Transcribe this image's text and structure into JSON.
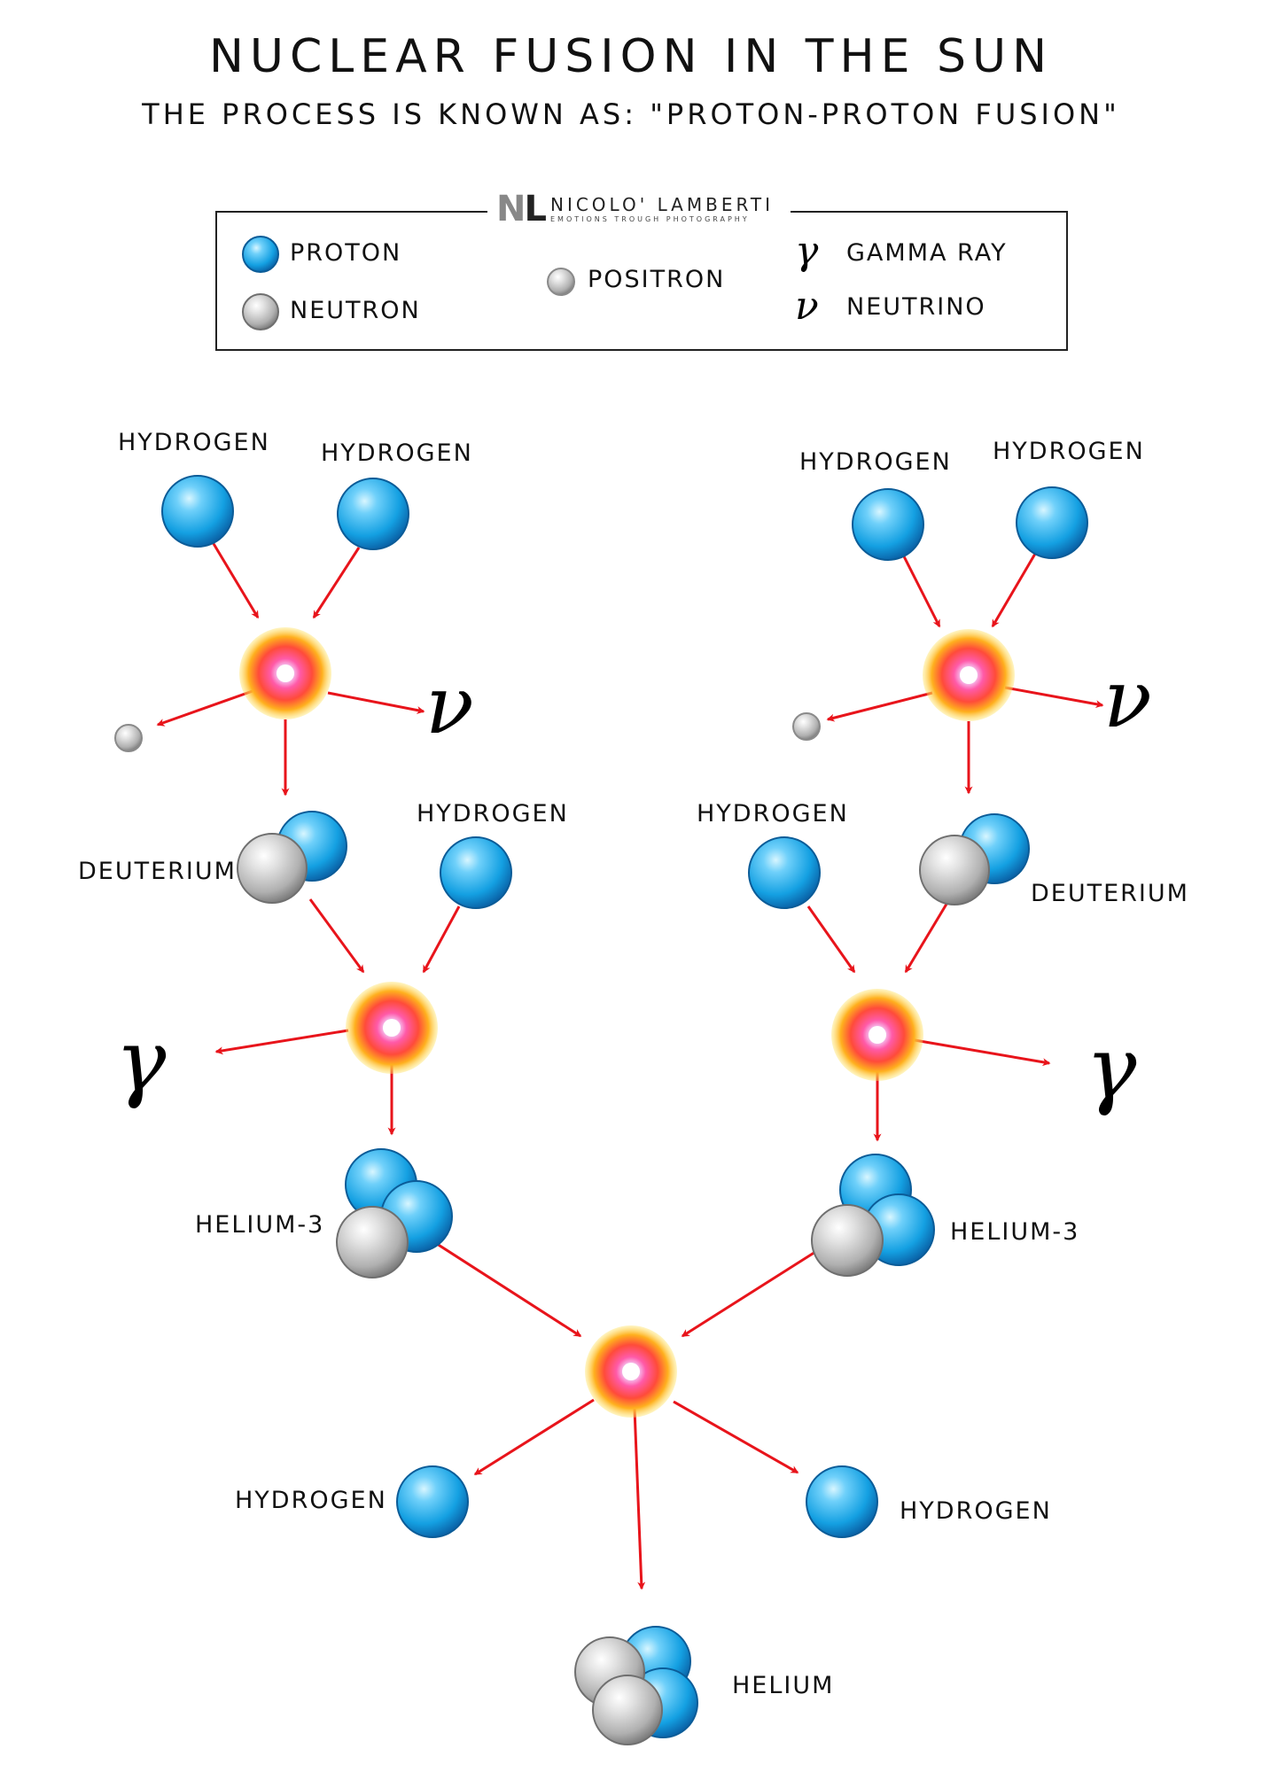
{
  "title": "NUCLEAR FUSION IN THE SUN",
  "subtitle": "THE PROCESS IS KNOWN AS: \"PROTON-PROTON FUSION\"",
  "watermark": {
    "name": "NICOLO' LAMBERTI",
    "tagline": "EMOTIONS TROUGH PHOTOGRAPHY",
    "mark": "NL"
  },
  "legend": {
    "proton": "PROTON",
    "neutron": "NEUTRON",
    "positron": "POSITRON",
    "gamma_symbol": "γ",
    "gamma": "GAMMA RAY",
    "neutrino_symbol": "ν",
    "neutrino": "NEUTRINO"
  },
  "symbols": {
    "gamma": "γ",
    "neutrino": "ν"
  },
  "labels": {
    "hydrogen": "HYDROGEN",
    "deuterium": "DEUTERIUM",
    "helium3": "HELIUM-3",
    "helium": "HELIUM"
  },
  "colors": {
    "proton": "#1fa7e6",
    "neutron": "#b5b5b5",
    "arrow": "#e8141b",
    "fusion_core": "#ff4fa8",
    "fusion_glow": "#ffb020"
  }
}
